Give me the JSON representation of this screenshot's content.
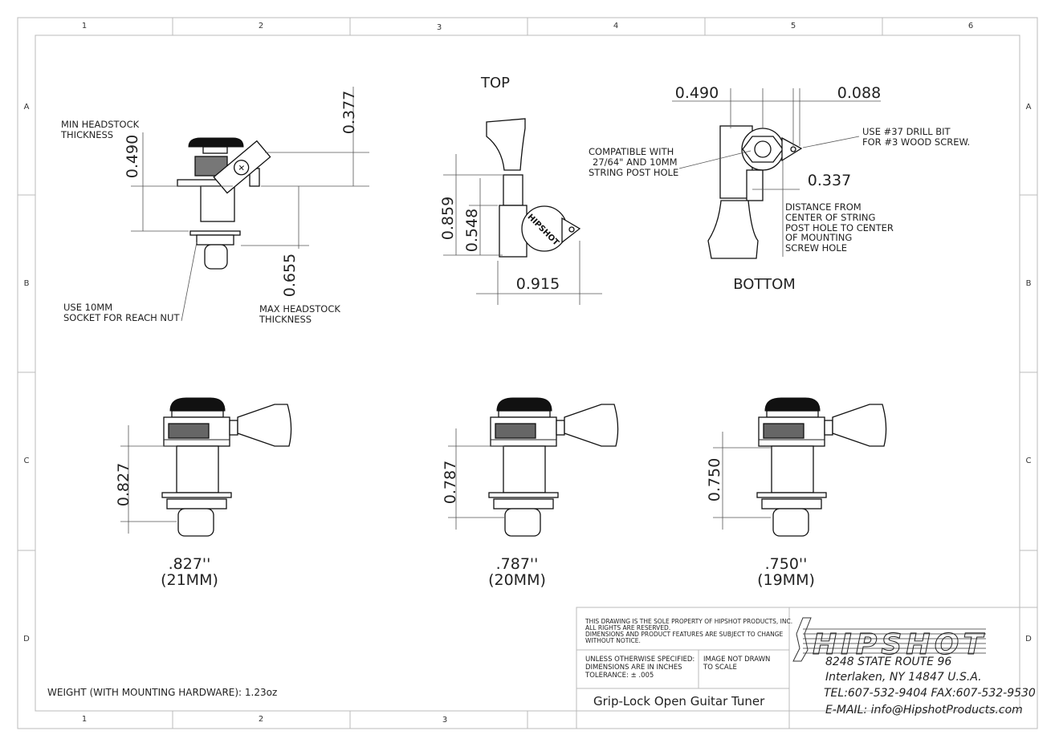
{
  "grid": {
    "columns_top": [
      "1",
      "2",
      "3",
      "4",
      "5",
      "6"
    ],
    "columns_bottom": [
      "1",
      "2",
      "3"
    ],
    "rows": [
      "A",
      "B",
      "C",
      "D"
    ]
  },
  "side_view": {
    "dim_top": "0.377",
    "dim_min": "0.490",
    "dim_max": "0.655",
    "note_min": [
      "MIN HEADSTOCK",
      "THICKNESS"
    ],
    "note_max": [
      "MAX HEADSTOCK",
      "THICKNESS"
    ],
    "note_socket": [
      "USE 10MM",
      "SOCKET FOR REACH NUT"
    ]
  },
  "top_view": {
    "label": "TOP",
    "dim_overall": "0.859",
    "dim_inner": "0.548",
    "dim_width": "0.915",
    "logo_text": "HIPSHOT"
  },
  "bottom_view": {
    "label": "BOTTOM",
    "dim_left": "0.490",
    "dim_right": "0.088",
    "dim_offset": "0.337",
    "note_compat": [
      "COMPATIBLE WITH",
      "27/64\" AND 10MM",
      "STRING POST HOLE"
    ],
    "note_drill": [
      "USE #37 DRILL BIT",
      "FOR #3 WOOD SCREW."
    ],
    "note_distance": [
      "DISTANCE FROM",
      "CENTER OF STRING",
      "POST HOLE TO CENTER",
      "OF MOUNTING",
      "SCREW HOLE"
    ]
  },
  "variants": [
    {
      "dim": "0.827",
      "inch": ".827''",
      "mm": "(21MM)"
    },
    {
      "dim": "0.787",
      "inch": ".787''",
      "mm": "(20MM)"
    },
    {
      "dim": "0.750",
      "inch": ".750''",
      "mm": "(19MM)"
    }
  ],
  "weight": "WEIGHT (WITH MOUNTING HARDWARE): 1.23oz",
  "title_block": {
    "property_notice": [
      "THIS DRAWING IS THE SOLE PROPERTY OF HIPSHOT PRODUCTS, INC.",
      "ALL RIGHTS ARE RESERVED.",
      "DIMENSIONS AND PRODUCT FEATURES ARE SUBJECT TO CHANGE",
      "WITHOUT NOTICE."
    ],
    "spec": [
      "UNLESS OTHERWISE SPECIFIED:",
      "DIMENSIONS ARE IN INCHES",
      "TOLERANCE:  ± .005"
    ],
    "scale_note": [
      "IMAGE NOT DRAWN",
      "TO SCALE"
    ],
    "title": "Grip-Lock Open Guitar Tuner",
    "logo": "HIPSHOT",
    "address1": "8248 STATE ROUTE 96",
    "address2": "Interlaken, NY 14847 U.S.A.",
    "phone": "TEL:607-532-9404 FAX:607-532-9530",
    "email": "E-MAIL: info@HipshotProducts.com"
  }
}
